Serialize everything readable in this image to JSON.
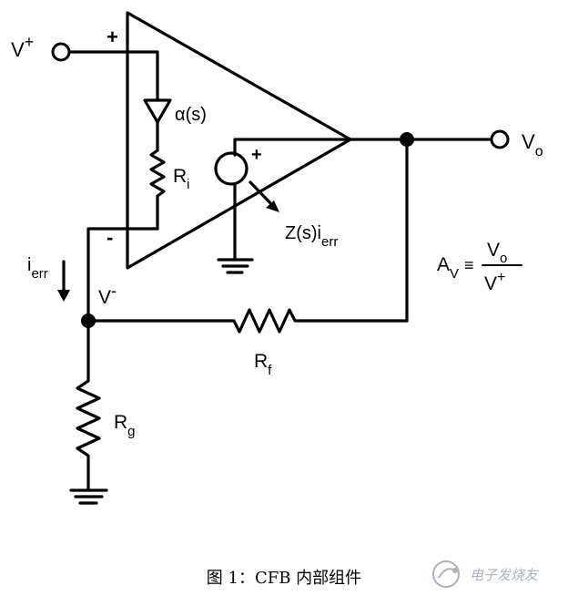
{
  "labels": {
    "v_plus": "V",
    "v_plus_sign": "+",
    "plus_input": "+",
    "minus_input": "-",
    "alpha": "α(s)",
    "ri_main": "R",
    "ri_sub": "i",
    "source_plus": "+",
    "z_main": "Z(s)i",
    "z_sub": "err",
    "vo_main": "V",
    "vo_sub": "o",
    "ierr_main": "i",
    "ierr_sub": "err",
    "v_minus": "V",
    "v_minus_sign": "-",
    "rf_main": "R",
    "rf_sub": "f",
    "rg_main": "R",
    "rg_sub": "g",
    "av_main": "A",
    "av_sub": "V",
    "av_equiv": "≡",
    "frac_num_main": "V",
    "frac_num_sub": "o",
    "frac_den_main": "V",
    "frac_den_sup": "+"
  },
  "caption": "图 1：CFB 内部组件",
  "watermark": "电子发烧友"
}
